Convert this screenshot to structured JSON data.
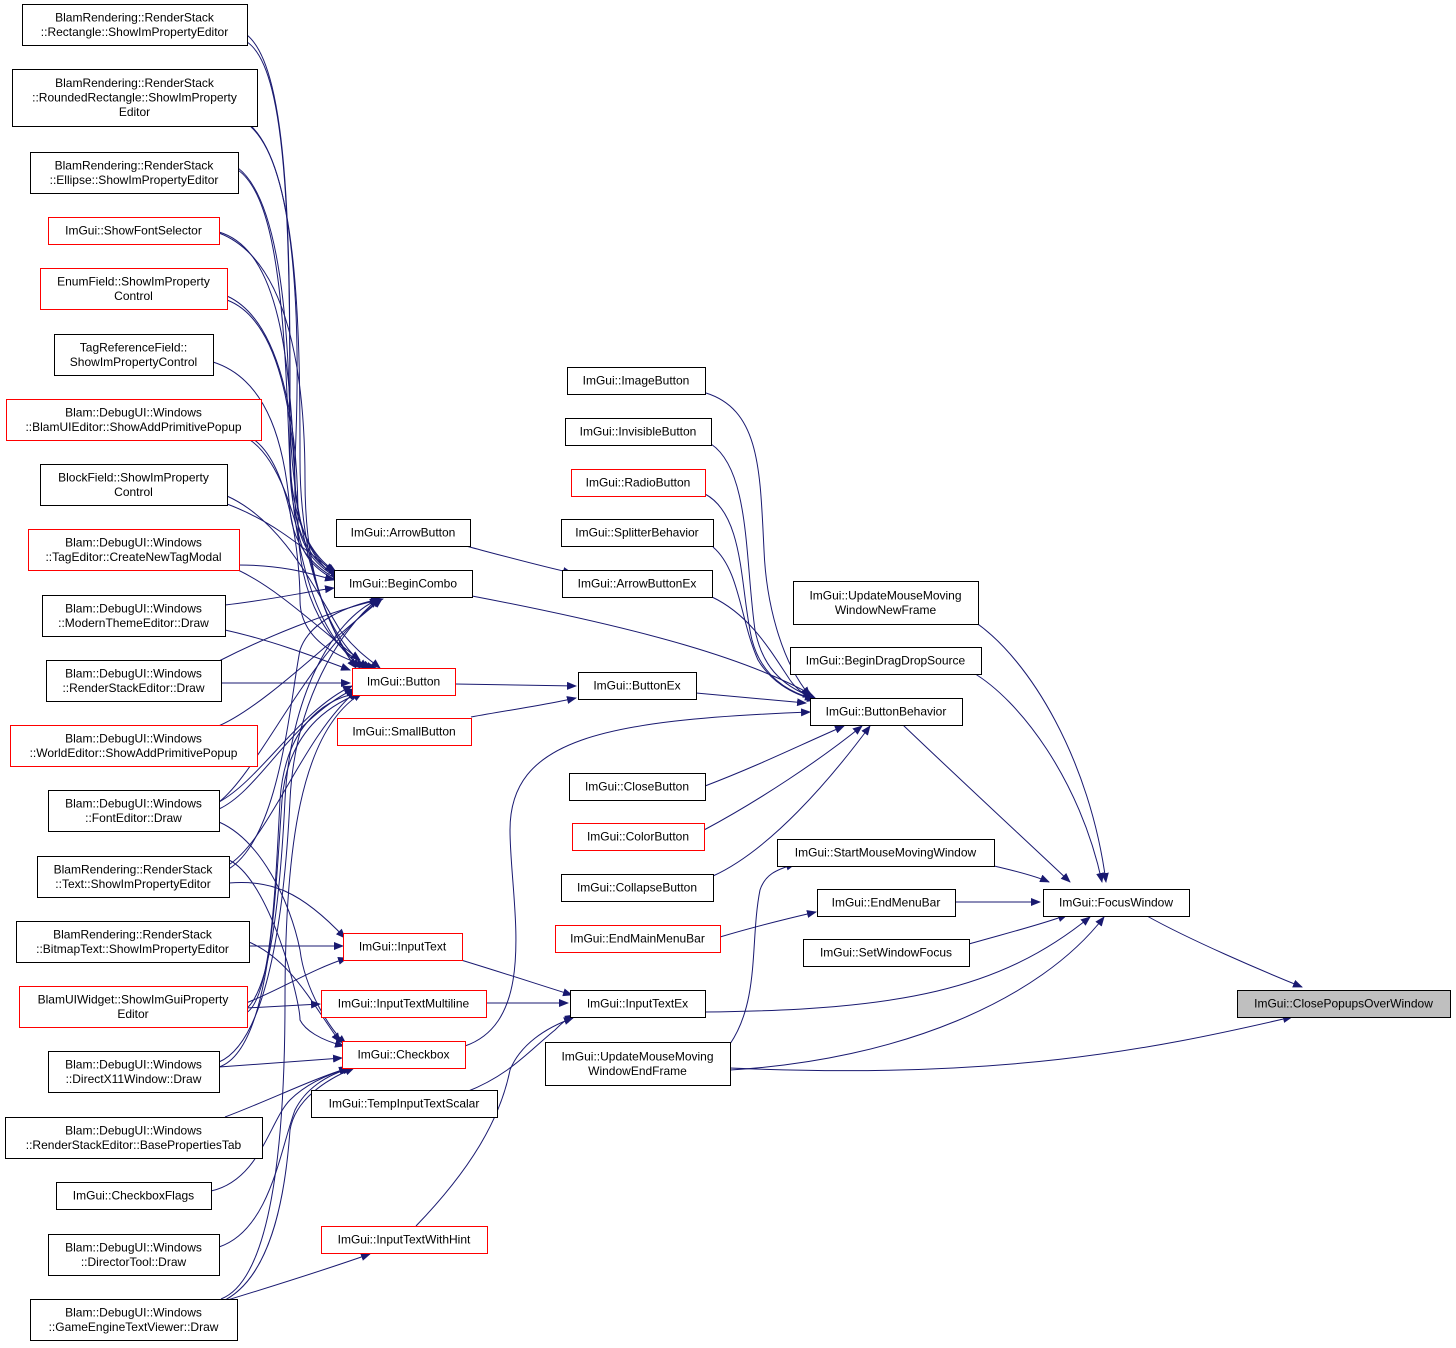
{
  "colors": {
    "edge": "#191970",
    "node_border": "#000000",
    "truncated_border": "#ff0000",
    "root_fill": "#bfbfbf",
    "background": "#ffffff"
  },
  "nodes": {
    "closepopups": {
      "lines": [
        "ImGui::ClosePopupsOverWindow"
      ],
      "style": "root"
    },
    "focuswindow": {
      "lines": [
        "ImGui::FocusWindow"
      ],
      "style": "normal"
    },
    "updatemousemovingnew": {
      "lines": [
        "ImGui::UpdateMouseMoving",
        "WindowNewFrame"
      ],
      "style": "normal"
    },
    "begindragdrop": {
      "lines": [
        "ImGui::BeginDragDropSource"
      ],
      "style": "normal"
    },
    "buttonbehavior": {
      "lines": [
        "ImGui::ButtonBehavior"
      ],
      "style": "normal"
    },
    "startmousemoving": {
      "lines": [
        "ImGui::StartMouseMovingWindow"
      ],
      "style": "normal"
    },
    "endmenubar": {
      "lines": [
        "ImGui::EndMenuBar"
      ],
      "style": "normal"
    },
    "setwindowfocus": {
      "lines": [
        "ImGui::SetWindowFocus"
      ],
      "style": "normal"
    },
    "endmainmenubar": {
      "lines": [
        "ImGui::EndMainMenuBar"
      ],
      "style": "truncated"
    },
    "inputtextex": {
      "lines": [
        "ImGui::InputTextEx"
      ],
      "style": "normal"
    },
    "updatemousemovingend": {
      "lines": [
        "ImGui::UpdateMouseMoving",
        "WindowEndFrame"
      ],
      "style": "normal"
    },
    "imagebutton": {
      "lines": [
        "ImGui::ImageButton"
      ],
      "style": "normal"
    },
    "invisiblebutton": {
      "lines": [
        "ImGui::InvisibleButton"
      ],
      "style": "normal"
    },
    "radiobutton": {
      "lines": [
        "ImGui::RadioButton"
      ],
      "style": "truncated"
    },
    "splitterbehavior": {
      "lines": [
        "ImGui::SplitterBehavior"
      ],
      "style": "normal"
    },
    "arrowbuttonex": {
      "lines": [
        "ImGui::ArrowButtonEx"
      ],
      "style": "normal"
    },
    "buttonex": {
      "lines": [
        "ImGui::ButtonEx"
      ],
      "style": "normal"
    },
    "closebutton": {
      "lines": [
        "ImGui::CloseButton"
      ],
      "style": "normal"
    },
    "colorbutton": {
      "lines": [
        "ImGui::ColorButton"
      ],
      "style": "truncated"
    },
    "collapsebutton": {
      "lines": [
        "ImGui::CollapseButton"
      ],
      "style": "normal"
    },
    "arrowbutton": {
      "lines": [
        "ImGui::ArrowButton"
      ],
      "style": "normal"
    },
    "begincombo": {
      "lines": [
        "ImGui::BeginCombo"
      ],
      "style": "normal"
    },
    "button": {
      "lines": [
        "ImGui::Button"
      ],
      "style": "truncated"
    },
    "smallbutton": {
      "lines": [
        "ImGui::SmallButton"
      ],
      "style": "truncated"
    },
    "inputtext": {
      "lines": [
        "ImGui::InputText"
      ],
      "style": "truncated"
    },
    "inputtextmultiline": {
      "lines": [
        "ImGui::InputTextMultiline"
      ],
      "style": "truncated"
    },
    "checkbox": {
      "lines": [
        "ImGui::Checkbox"
      ],
      "style": "truncated"
    },
    "tempinputtextscalar": {
      "lines": [
        "ImGui::TempInputTextScalar"
      ],
      "style": "normal"
    },
    "inputtextwithhint": {
      "lines": [
        "ImGui::InputTextWithHint"
      ],
      "style": "truncated"
    },
    "rectangle": {
      "lines": [
        "BlamRendering::RenderStack",
        "::Rectangle::ShowImPropertyEditor"
      ],
      "style": "normal"
    },
    "roundedrect": {
      "lines": [
        "BlamRendering::RenderStack",
        "::RoundedRectangle::ShowImProperty",
        "Editor"
      ],
      "style": "normal"
    },
    "ellipse": {
      "lines": [
        "BlamRendering::RenderStack",
        "::Ellipse::ShowImPropertyEditor"
      ],
      "style": "normal"
    },
    "showfontselector": {
      "lines": [
        "ImGui::ShowFontSelector"
      ],
      "style": "truncated"
    },
    "enumfield": {
      "lines": [
        "EnumField::ShowImProperty",
        "Control"
      ],
      "style": "truncated"
    },
    "tagreffield": {
      "lines": [
        "TagReferenceField::",
        "ShowImPropertyControl"
      ],
      "style": "normal"
    },
    "blamuieditor": {
      "lines": [
        "Blam::DebugUI::Windows",
        "::BlamUIEditor::ShowAddPrimitivePopup"
      ],
      "style": "truncated"
    },
    "blockfield": {
      "lines": [
        "BlockField::ShowImProperty",
        "Control"
      ],
      "style": "normal"
    },
    "tageditor": {
      "lines": [
        "Blam::DebugUI::Windows",
        "::TagEditor::CreateNewTagModal"
      ],
      "style": "truncated"
    },
    "moderntheme": {
      "lines": [
        "Blam::DebugUI::Windows",
        "::ModernThemeEditor::Draw"
      ],
      "style": "normal"
    },
    "renderstackeditor": {
      "lines": [
        "Blam::DebugUI::Windows",
        "::RenderStackEditor::Draw"
      ],
      "style": "normal"
    },
    "worldeditor": {
      "lines": [
        "Blam::DebugUI::Windows",
        "::WorldEditor::ShowAddPrimitivePopup"
      ],
      "style": "truncated"
    },
    "fonteditor": {
      "lines": [
        "Blam::DebugUI::Windows",
        "::FontEditor::Draw"
      ],
      "style": "normal"
    },
    "text": {
      "lines": [
        "BlamRendering::RenderStack",
        "::Text::ShowImPropertyEditor"
      ],
      "style": "normal"
    },
    "bitmaptext": {
      "lines": [
        "BlamRendering::RenderStack",
        "::BitmapText::ShowImPropertyEditor"
      ],
      "style": "normal"
    },
    "blamuiwidget": {
      "lines": [
        "BlamUIWidget::ShowImGuiProperty",
        "Editor"
      ],
      "style": "truncated"
    },
    "directx11": {
      "lines": [
        "Blam::DebugUI::Windows",
        "::DirectX11Window::Draw"
      ],
      "style": "normal"
    },
    "basepropertiestab": {
      "lines": [
        "Blam::DebugUI::Windows",
        "::RenderStackEditor::BasePropertiesTab"
      ],
      "style": "normal"
    },
    "checkboxflags": {
      "lines": [
        "ImGui::CheckboxFlags"
      ],
      "style": "normal"
    },
    "directortool": {
      "lines": [
        "Blam::DebugUI::Windows",
        "::DirectorTool::Draw"
      ],
      "style": "normal"
    },
    "gameenginetextviewer": {
      "lines": [
        "Blam::DebugUI::Windows",
        "::GameEngineTextViewer::Draw"
      ],
      "style": "normal"
    }
  }
}
